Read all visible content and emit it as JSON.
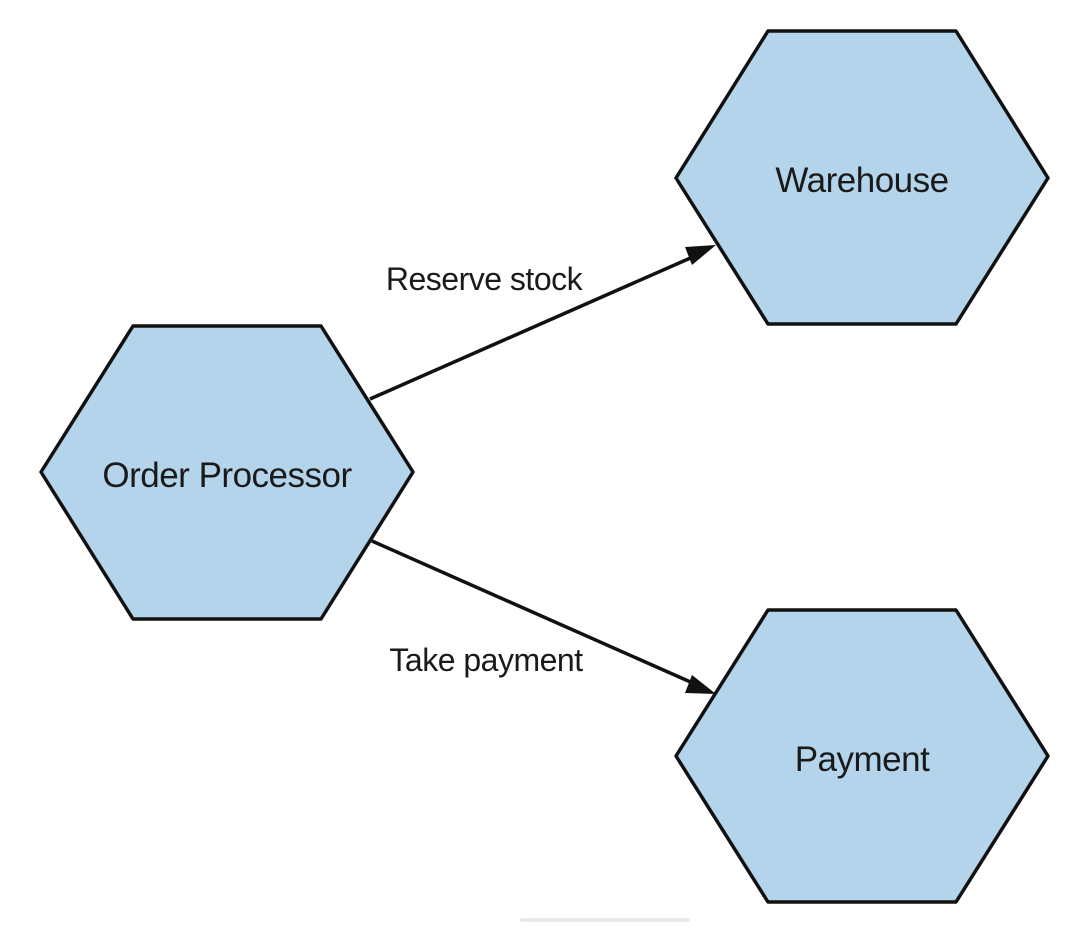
{
  "nodes": {
    "order_processor": "Order Processor",
    "warehouse": "Warehouse",
    "payment": "Payment"
  },
  "edges": {
    "reserve_stock": "Reserve stock",
    "take_payment": "Take payment"
  },
  "colors": {
    "node_fill": "#b3d4ea",
    "stroke": "#111111"
  }
}
